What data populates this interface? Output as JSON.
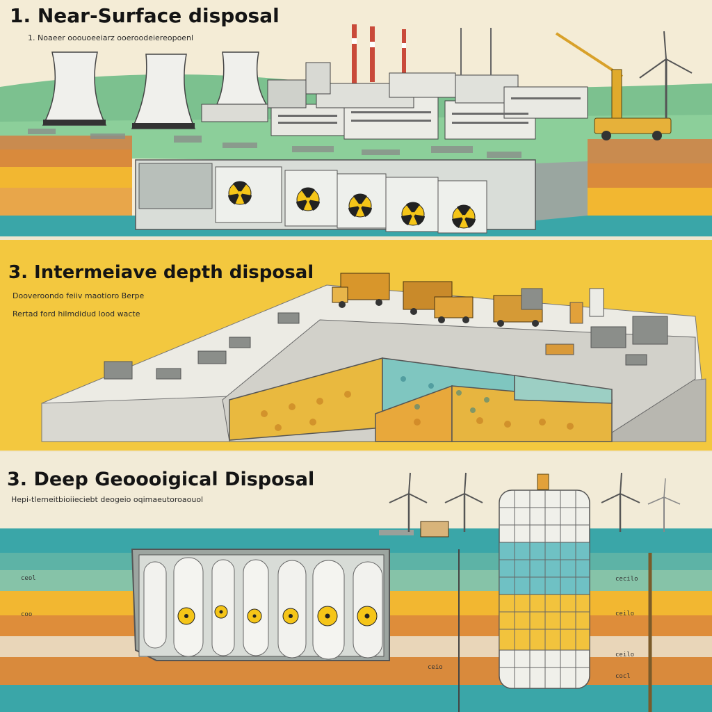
{
  "panels": [
    {
      "title": "1. Near-Surface disposal",
      "subtitle": "1. Noaeer ooouoeeiarz ooeroodeiereopoenl"
    },
    {
      "title": "3. Intermeiave depth disposal",
      "subtitle_1": "Dooveroondo feiiv maotioro Berpe",
      "subtitle_2": "Rertad ford hilmdidud lood wacte"
    },
    {
      "title": "3. Deep Geoooigical Disposal",
      "subtitle": "Hepi-tlemeitbioiieciebt deogeio oqimaeutoroaouol",
      "layer_labels": [
        "ceol",
        "cecilo",
        "ceilo",
        "ceilo",
        "coo",
        "cocl",
        "ceio"
      ]
    }
  ],
  "colors": {
    "sky_top": "#f4ecd6",
    "ground_green": "#6fb98a",
    "soil_orange": "#d98a3c",
    "soil_yellow": "#f2b731",
    "water_teal": "#3aa6a8",
    "panel2_bg": "#f3c83f",
    "radiation_yellow": "#f5c518"
  },
  "icons": [
    "cooling-tower-icon",
    "radiation-trefoil-icon",
    "wind-turbine-icon",
    "crane-icon",
    "truck-icon",
    "canister-icon"
  ]
}
